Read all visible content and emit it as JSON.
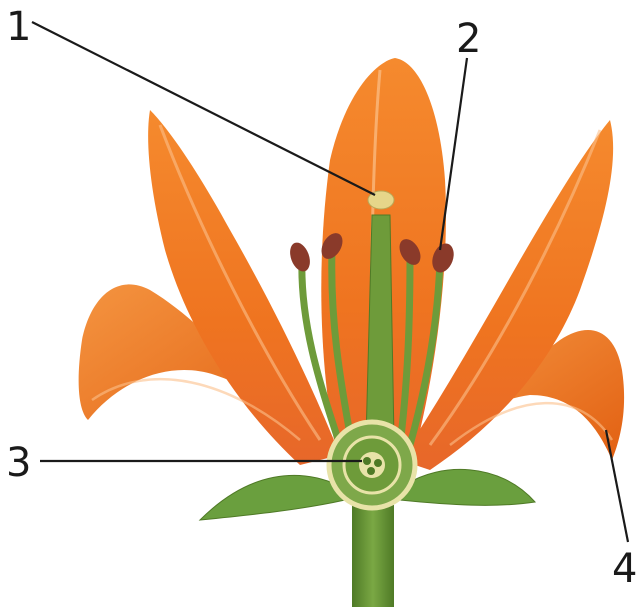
{
  "diagram": {
    "labels": {
      "stigma": "1",
      "anther": "2",
      "ovary": "3",
      "petal": "4"
    },
    "colors": {
      "petal": "#f07a22",
      "petal_dark": "#d65a10",
      "petal_light": "#f9a55a",
      "stem": "#6e9b3a",
      "stem_dark": "#4f7a26",
      "leaf": "#6a9f3e",
      "anther": "#8a3a2a",
      "ovary_ring": "#e8e3a8",
      "line": "#1a1a1a"
    }
  }
}
